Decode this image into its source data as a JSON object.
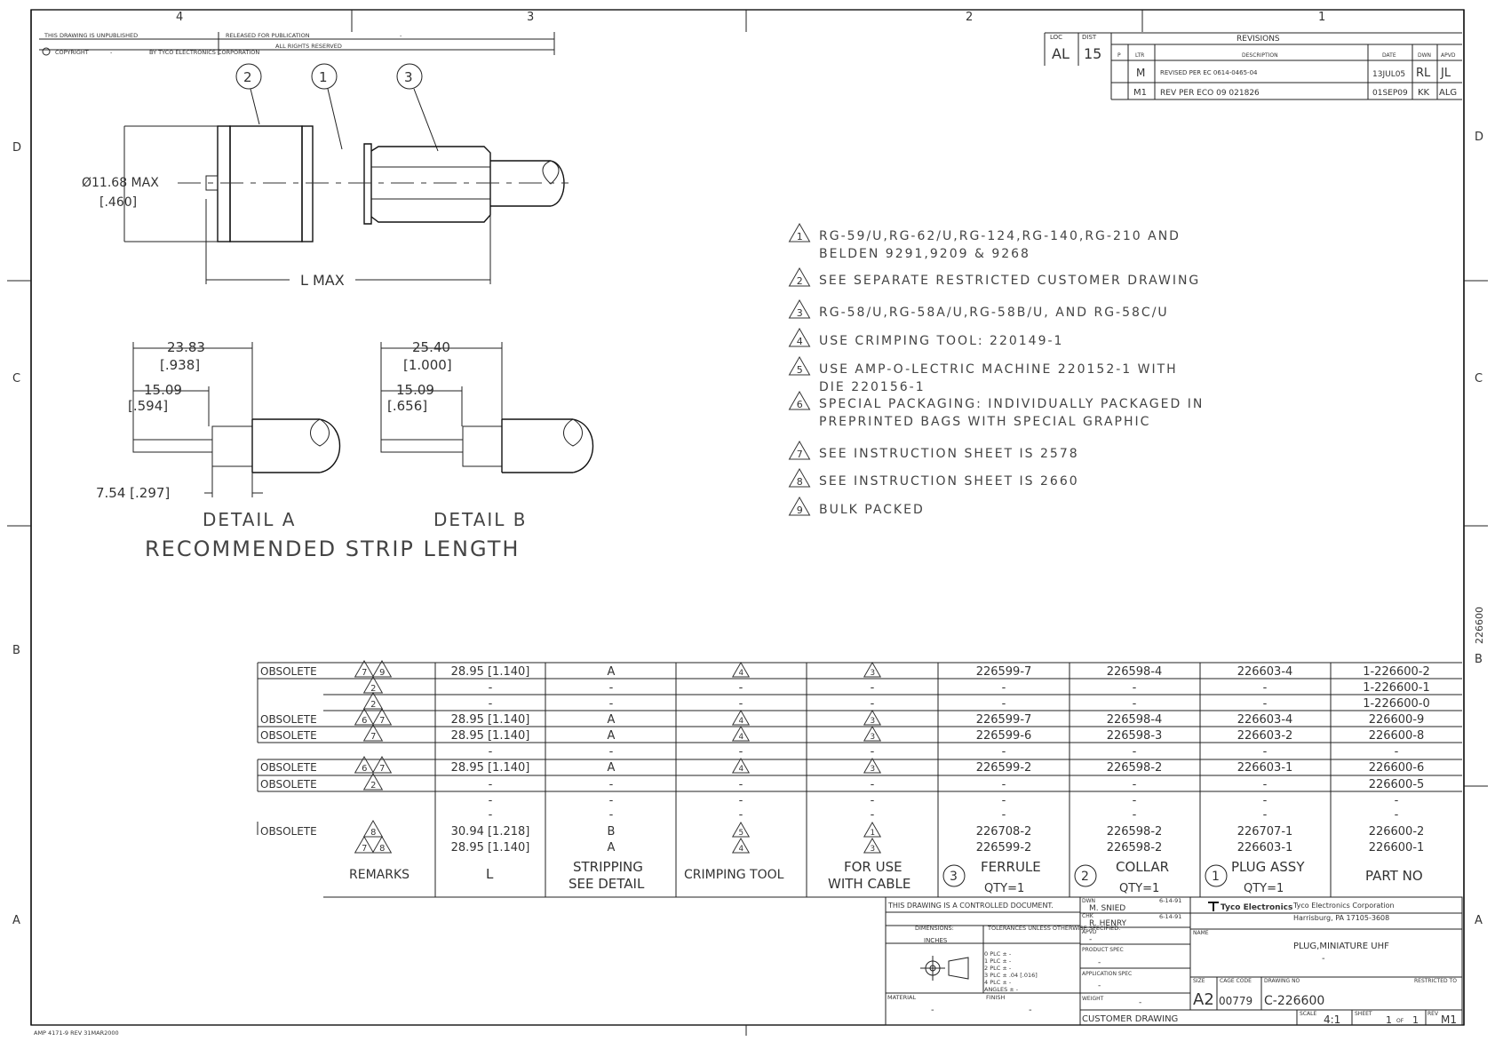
{
  "zones": {
    "top": [
      "4",
      "3",
      "2",
      "1"
    ],
    "side": [
      "D",
      "C",
      "B",
      "A"
    ]
  },
  "header": {
    "unpublished": "THIS DRAWING IS UNPUBLISHED",
    "released": "RELEASED FOR PUBLICATION",
    "copyright": "COPYRIGHT",
    "by": "BY TYCO ELECTRONICS CORPORATION",
    "rights": "ALL RIGHTS RESERVED",
    "dash": "-"
  },
  "revisions": {
    "title": "REVISIONS",
    "loc_label": "LOC",
    "loc": "AL",
    "dist_label": "DIST",
    "dist": "15",
    "col_p": "P",
    "col_ltr": "LTR",
    "col_desc": "DESCRIPTION",
    "col_date": "DATE",
    "col_dwn": "DWN",
    "col_apvd": "APVD",
    "rows": [
      {
        "ltr": "M",
        "desc": "REVISED PER EC 0614-0465-04",
        "date": "13JUL05",
        "dwn": "RL",
        "apvd": "JL"
      },
      {
        "ltr": "M1",
        "desc": "REV PER ECO 09 021826",
        "date": "01SEP09",
        "dwn": "KK",
        "apvd": "ALG"
      }
    ]
  },
  "callouts": [
    "2",
    "1",
    "3"
  ],
  "dims": {
    "diameter": "Ø11.68 MAX",
    "diameter_in": "[.460]",
    "l_max": "L MAX",
    "a_total": "23.83",
    "a_total_in": "[.938]",
    "a_mid": "15.09",
    "a_mid_in": "[.594]",
    "a_small": "7.54 [.297]",
    "b_total": "25.40",
    "b_total_in": "[1.000]",
    "b_mid": "15.09",
    "b_mid_in": "[.656]",
    "detail_a": "DETAIL A",
    "detail_b": "DETAIL B",
    "strip_title": "RECOMMENDED STRIP LENGTH"
  },
  "notes": [
    {
      "n": "1",
      "lines": [
        "RG-59/U,RG-62/U,RG-124,RG-140,RG-210 AND",
        "BELDEN 9291,9209 & 9268"
      ]
    },
    {
      "n": "2",
      "lines": [
        "SEE SEPARATE RESTRICTED CUSTOMER DRAWING"
      ]
    },
    {
      "n": "3",
      "lines": [
        "RG-58/U,RG-58A/U,RG-58B/U, AND RG-58C/U"
      ]
    },
    {
      "n": "4",
      "lines": [
        "USE CRIMPING TOOL: 220149-1"
      ]
    },
    {
      "n": "5",
      "lines": [
        "USE AMP-O-LECTRIC MACHINE 220152-1 WITH",
        "DIE 220156-1"
      ]
    },
    {
      "n": "6",
      "lines": [
        "SPECIAL PACKAGING: INDIVIDUALLY PACKAGED IN",
        "PREPRINTED BAGS WITH SPECIAL GRAPHIC"
      ]
    },
    {
      "n": "7",
      "lines": [
        "SEE INSTRUCTION SHEET IS 2578"
      ]
    },
    {
      "n": "8",
      "lines": [
        "SEE INSTRUCTION SHEET IS 2660"
      ]
    },
    {
      "n": "9",
      "lines": [
        "BULK PACKED"
      ]
    }
  ],
  "table": {
    "rows": [
      {
        "remark": "OBSOLETE",
        "notes": [
          "7",
          "9"
        ],
        "l": "28.95 [1.140]",
        "strip": "A",
        "crimp": "4",
        "cable": "3",
        "ferrule": "226599-7",
        "collar": "226598-4",
        "plug": "226603-4",
        "part": "1-226600-2"
      },
      {
        "remark": "",
        "notes": [
          "2"
        ],
        "l": "-",
        "strip": "-",
        "crimp": "-",
        "cable": "-",
        "ferrule": "-",
        "collar": "-",
        "plug": "-",
        "part": "1-226600-1"
      },
      {
        "remark": "",
        "notes": [
          "2"
        ],
        "l": "-",
        "strip": "-",
        "crimp": "-",
        "cable": "-",
        "ferrule": "-",
        "collar": "-",
        "plug": "-",
        "part": "1-226600-0"
      },
      {
        "remark": "OBSOLETE",
        "notes": [
          "6",
          "7"
        ],
        "l": "28.95 [1.140]",
        "strip": "A",
        "crimp": "4",
        "cable": "3",
        "ferrule": "226599-7",
        "collar": "226598-4",
        "plug": "226603-4",
        "part": "226600-9"
      },
      {
        "remark": "OBSOLETE",
        "notes": [
          "7"
        ],
        "l": "28.95 [1.140]",
        "strip": "A",
        "crimp": "4",
        "cable": "3",
        "ferrule": "226599-6",
        "collar": "226598-3",
        "plug": "226603-2",
        "part": "226600-8"
      },
      {
        "remark": "",
        "notes": [],
        "l": "-",
        "strip": "-",
        "crimp": "-",
        "cable": "-",
        "ferrule": "-",
        "collar": "-",
        "plug": "-",
        "part": "-"
      },
      {
        "remark": "OBSOLETE",
        "notes": [
          "6",
          "7"
        ],
        "l": "28.95 [1.140]",
        "strip": "A",
        "crimp": "4",
        "cable": "3",
        "ferrule": "226599-2",
        "collar": "226598-2",
        "plug": "226603-1",
        "part": "226600-6"
      },
      {
        "remark": "OBSOLETE",
        "notes": [
          "2"
        ],
        "l": "-",
        "strip": "-",
        "crimp": "-",
        "cable": "-",
        "ferrule": "-",
        "collar": "-",
        "plug": "-",
        "part": "226600-5"
      },
      {
        "remark": "",
        "notes": [],
        "l": "-",
        "strip": "-",
        "crimp": "-",
        "cable": "-",
        "ferrule": "-",
        "collar": "-",
        "plug": "-",
        "part": "-"
      },
      {
        "remark": "",
        "notes": [],
        "l": "-",
        "strip": "-",
        "crimp": "-",
        "cable": "-",
        "ferrule": "-",
        "collar": "-",
        "plug": "-",
        "part": "-"
      },
      {
        "remark": "OBSOLETE",
        "notes": [
          "8"
        ],
        "l": "30.94 [1.218]",
        "strip": "B",
        "crimp": "5",
        "cable": "1",
        "ferrule": "226708-2",
        "collar": "226598-2",
        "plug": "226707-1",
        "part": "226600-2"
      },
      {
        "remark": "",
        "notes": [
          "7",
          "8"
        ],
        "l": "28.95 [1.140]",
        "strip": "A",
        "crimp": "4",
        "cable": "3",
        "ferrule": "226599-2",
        "collar": "226598-2",
        "plug": "226603-1",
        "part": "226600-1"
      }
    ],
    "headers": {
      "remarks": "REMARKS",
      "l": "L",
      "strip1": "STRIPPING",
      "strip2": "SEE DETAIL",
      "crimp": "CRIMPING TOOL",
      "cable1": "FOR USE",
      "cable2": "WITH CABLE",
      "ferrule": "FERRULE",
      "ferrule_item": "3",
      "collar": "COLLAR",
      "collar_item": "2",
      "plug": "PLUG ASSY",
      "plug_item": "1",
      "qty": "QTY=1",
      "part": "PART NO"
    }
  },
  "title_block": {
    "controlled": "THIS DRAWING IS A CONTROLLED DOCUMENT.",
    "dimensions_label": "DIMENSIONS:",
    "dimensions_unit": "INCHES",
    "tolerances": "TOLERANCES UNLESS OTHERWISE SPECIFIED:",
    "tol_rows": [
      "0 PLC  ± -",
      "1 PLC  ± -",
      "2 PLC  ± -",
      "3 PLC  ± .04 [.016]",
      "4 PLC  ± -",
      "ANGLES ± -"
    ],
    "material_label": "MATERIAL",
    "material": "-",
    "finish_label": "FINISH",
    "finish": "-",
    "dwn_label": "DWN",
    "dwn": "M. SNIED",
    "dwn_date": "6-14-91",
    "chk_label": "CHK",
    "chk": "R. HENRY",
    "chk_date": "6-14-91",
    "apvd_label": "APVD",
    "apvd": "-",
    "product_spec_label": "PRODUCT SPEC",
    "product_spec": "-",
    "app_spec_label": "APPLICATION SPEC",
    "app_spec": "-",
    "weight_label": "WEIGHT",
    "weight": "-",
    "customer_drawing": "CUSTOMER DRAWING",
    "company_logo": "Tyco Electronics",
    "company": "Tyco Electronics Corporation",
    "address": "Harrisburg, PA 17105-3608",
    "name_label": "NAME",
    "name": "PLUG,MINIATURE UHF",
    "name_sub": "-",
    "size_label": "SIZE",
    "size": "A2",
    "cage_label": "CAGE CODE",
    "cage": "00779",
    "dwg_label": "DRAWING NO",
    "dwg": "C-226600",
    "restricted_label": "RESTRICTED TO",
    "scale_label": "SCALE",
    "scale": "4:1",
    "sheet_label": "SHEET",
    "sheet": "1",
    "sheet_of": "OF",
    "sheet_total": "1",
    "rev_label": "REV",
    "rev": "M1"
  },
  "side_number": "226600",
  "form_id": "AMP 4171-9 REV 31MAR2000"
}
